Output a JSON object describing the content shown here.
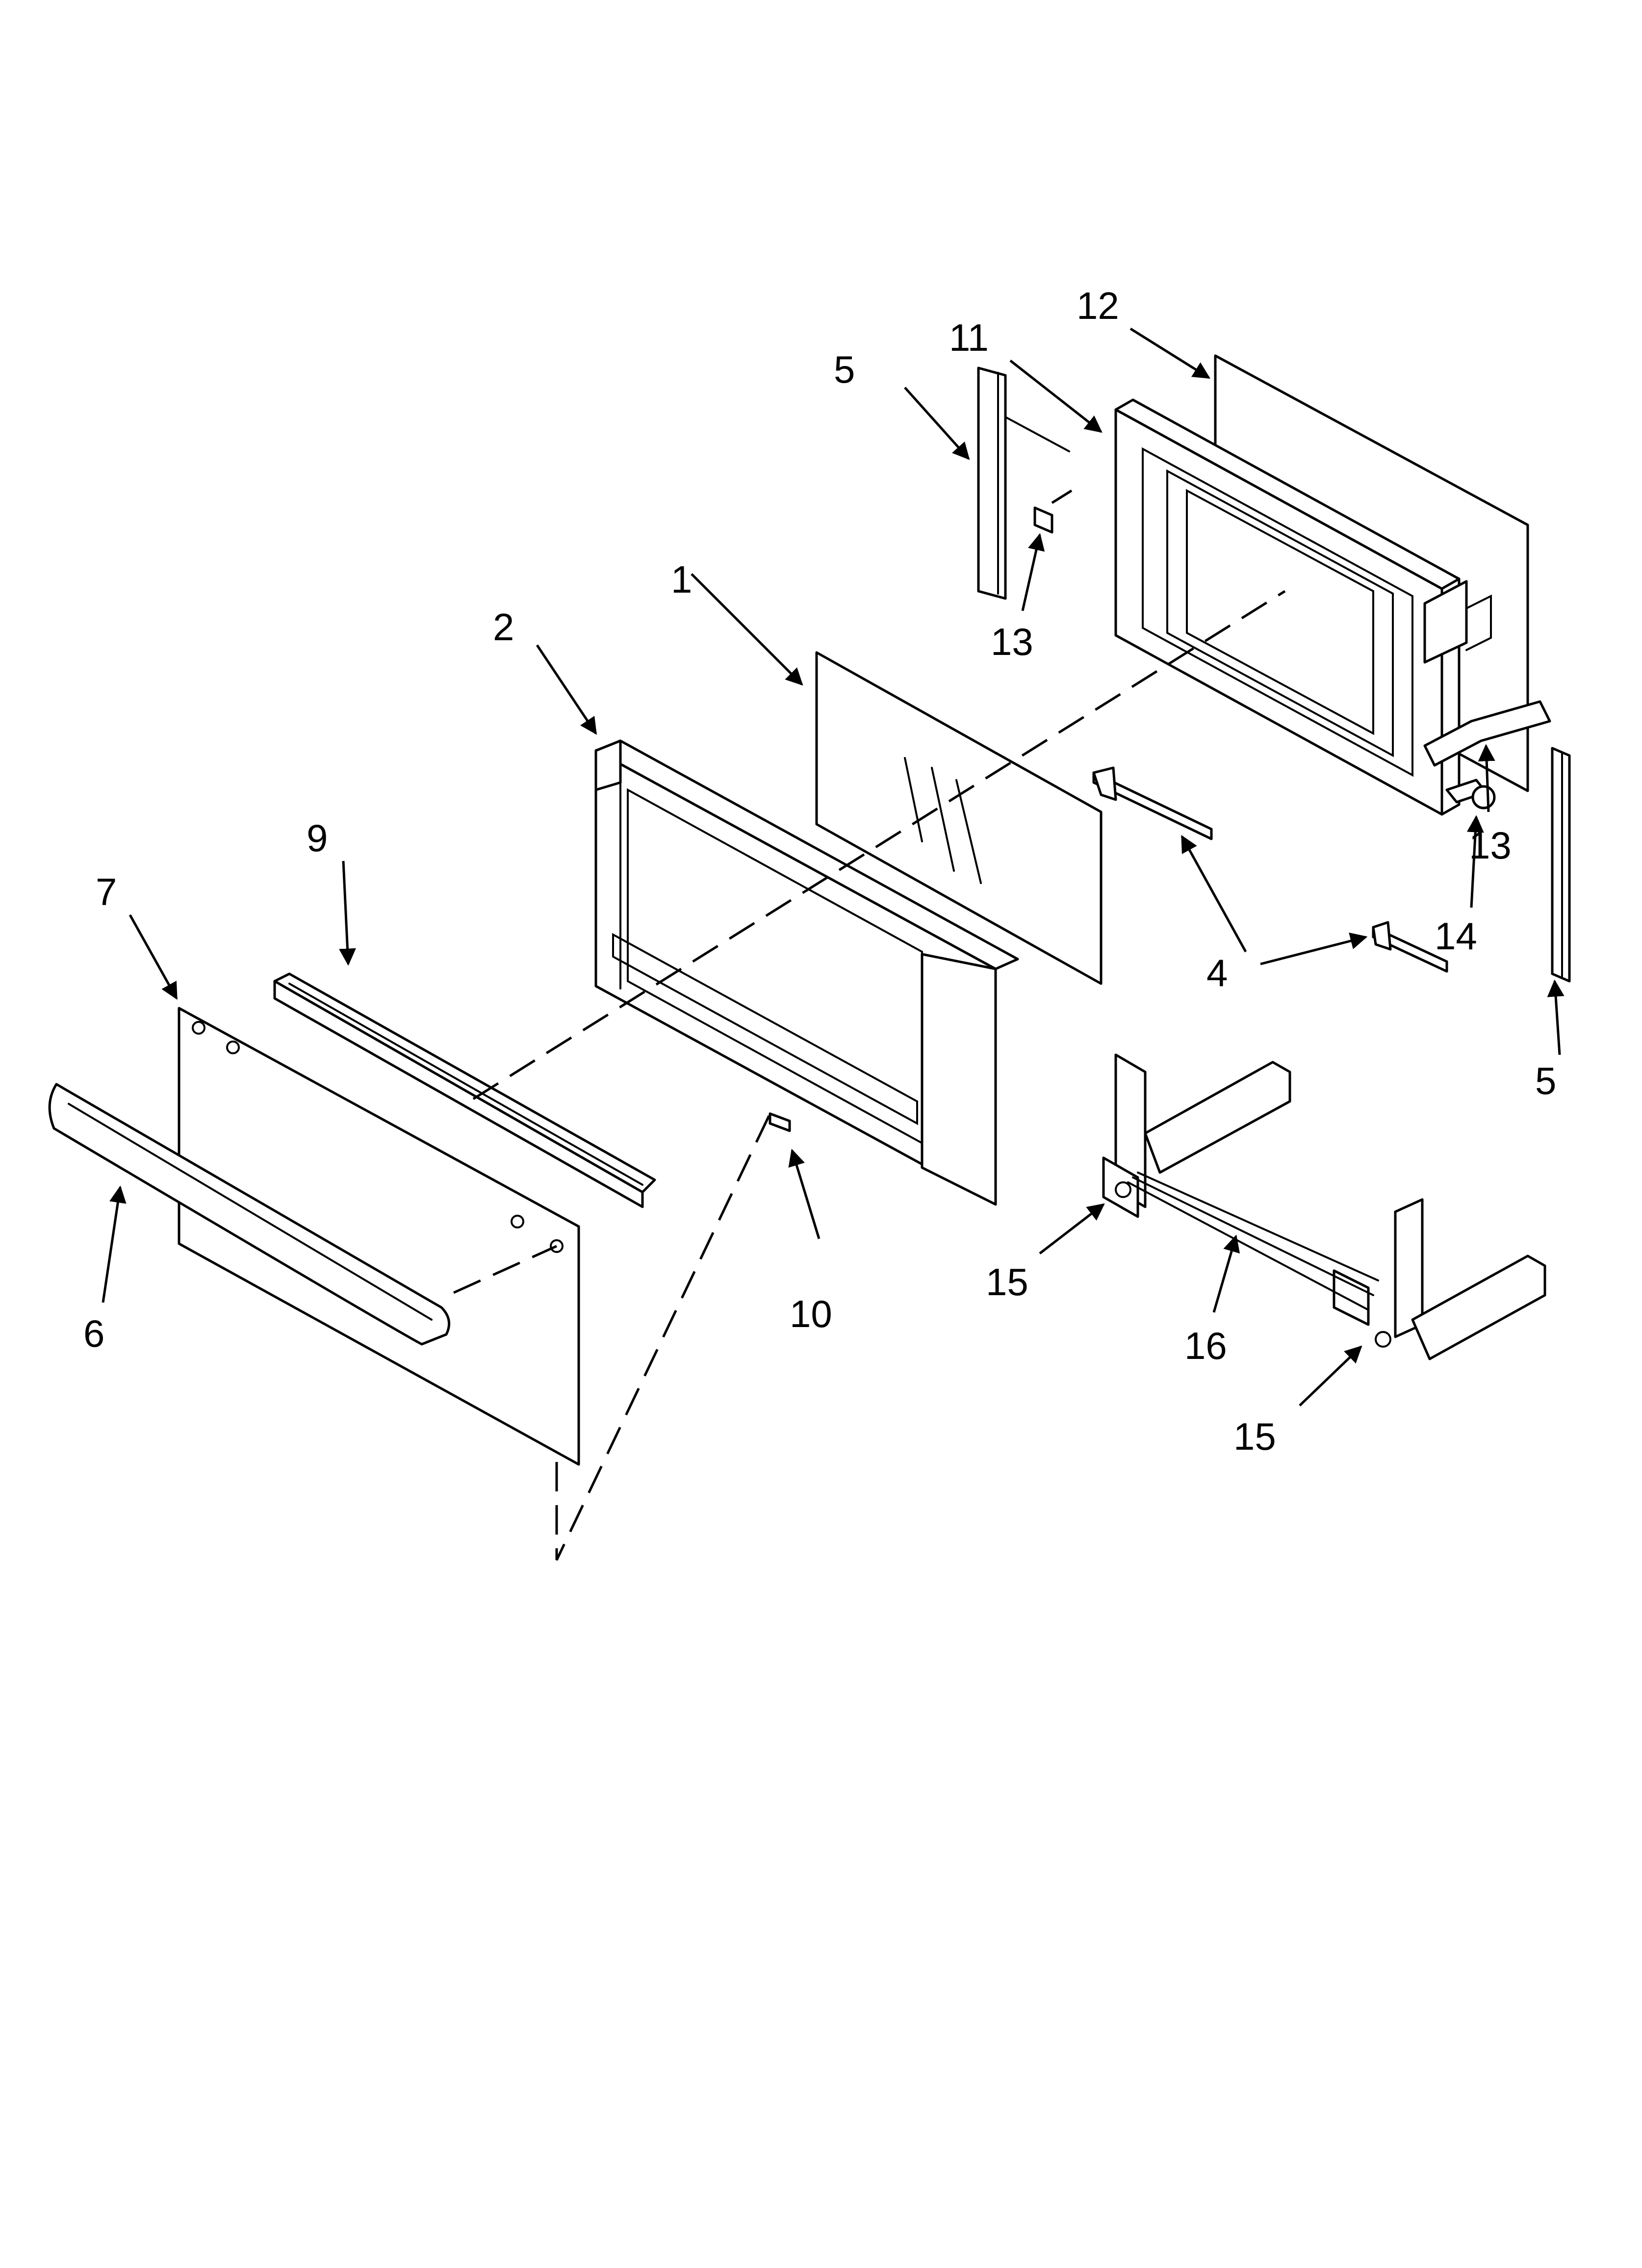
{
  "callouts": {
    "c1": "1",
    "c2": "2",
    "c4a": "4",
    "c5a": "5",
    "c5b": "5",
    "c6": "6",
    "c7": "7",
    "c9": "9",
    "c10": "10",
    "c11": "11",
    "c12": "12",
    "c13a": "13",
    "c13b": "13",
    "c14": "14",
    "c15a": "15",
    "c15b": "15",
    "c16": "16"
  },
  "colors": {
    "line": "#000000",
    "background": "#ffffff"
  }
}
